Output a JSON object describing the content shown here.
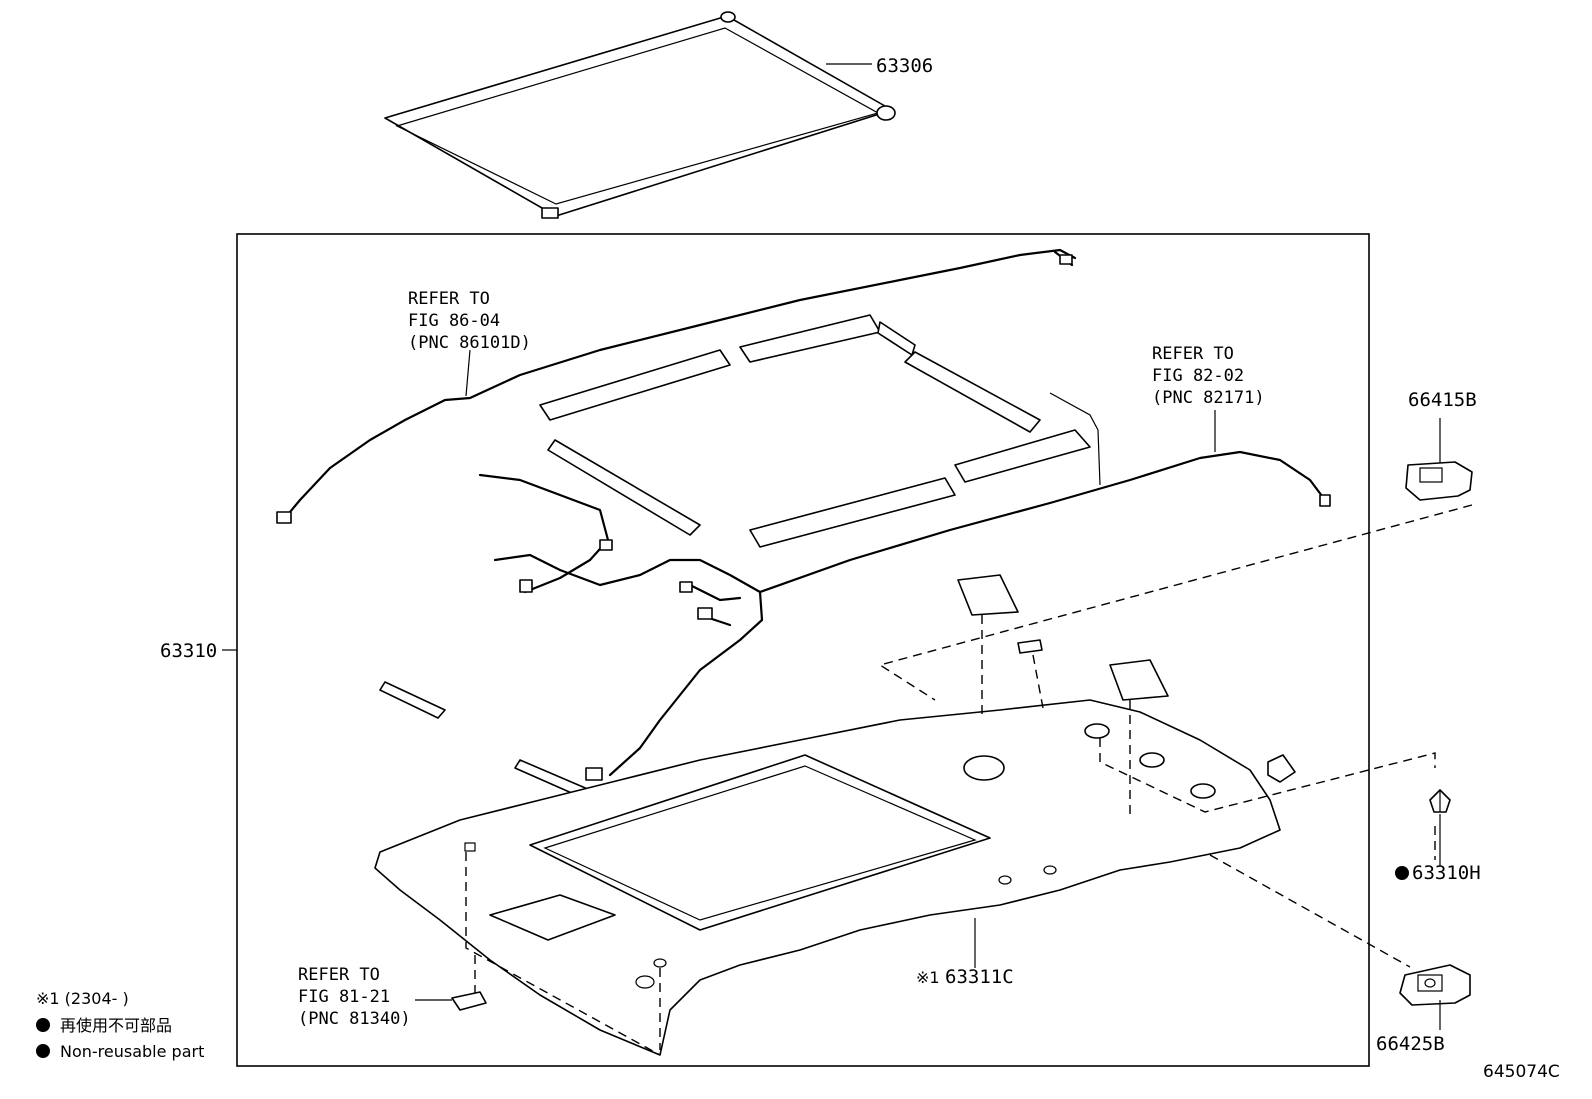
{
  "diagram": {
    "part_labels": {
      "sunshade": "63306",
      "headliner_assy": "63310",
      "assist_grip_cover_upper": "66415B",
      "clip": "63310H",
      "headliner_sub": "63311C",
      "assist_grip_cover_lower": "66425B",
      "headliner_sub_prefix": "※1"
    },
    "references": {
      "wire_fig86": [
        "REFER TO",
        "FIG 86-04",
        "(PNC 86101D)"
      ],
      "wire_fig82": [
        "REFER TO",
        "FIG 82-02",
        "(PNC 82171)"
      ],
      "lamp_fig81": [
        "REFER TO",
        "FIG 81-21",
        "(PNC 81340)"
      ]
    },
    "legend": {
      "note1": "※1 (2304-     )",
      "non_reusable_jp": "再使用不可部品",
      "non_reusable_en": "Non-reusable part"
    },
    "illustration_code": "645074C"
  }
}
